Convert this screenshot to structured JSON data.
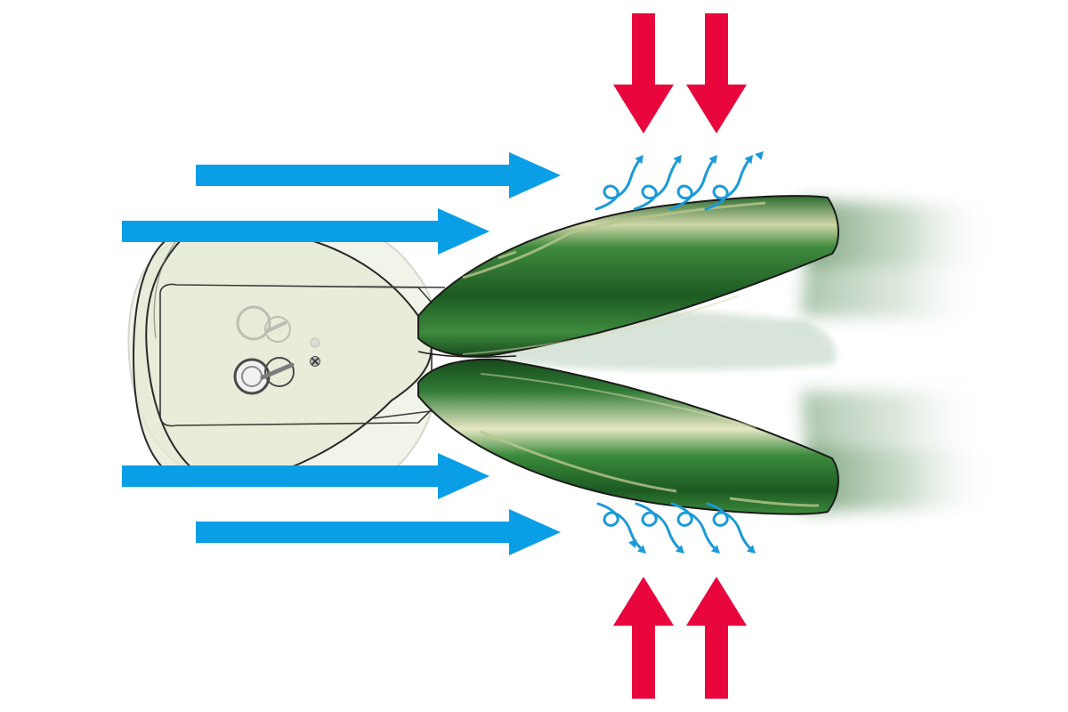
{
  "diagram": {
    "colors": {
      "flow_arrow": "#0a9ee6",
      "pressure_arrow": "#e8063c",
      "vortex": "#1b9ad8",
      "wing_dark": "#1e5a26",
      "wing_mid": "#2f7a34",
      "wing_light": "#ece9c8",
      "wing_outline": "#1b1b1b",
      "body_fill": "#e7eed9",
      "body_outline": "#2a2a2a",
      "background": "#ffffff"
    },
    "elements": {
      "flow_arrows": "horizontal-airflow-arrows",
      "pressure_arrows": "vertical-compression-arrows",
      "vortices": "vortex-curl-arrows",
      "wings": "clap-and-fling-wing-pair",
      "body": "insect-body-outline"
    }
  }
}
